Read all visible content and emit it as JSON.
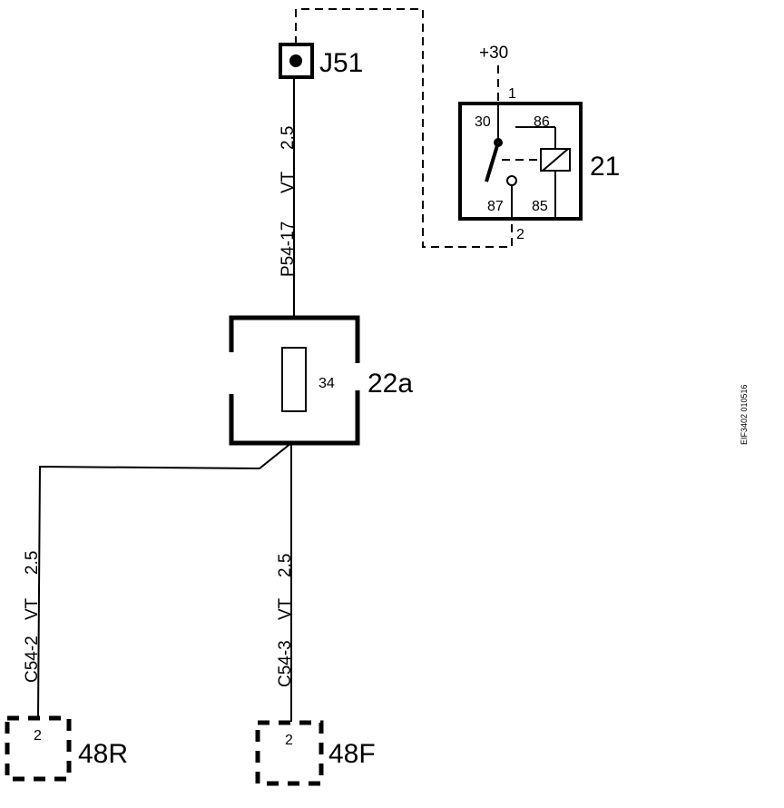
{
  "components": {
    "junction_label": "J51",
    "relay_label": "21",
    "fuse_box_label": "22a",
    "fuse_number": "34",
    "connector_rear_label": "48R",
    "connector_front_label": "48F",
    "connector_rear_pin": "2",
    "connector_front_pin": "2"
  },
  "relay": {
    "supply": "+30",
    "pin_top": "1",
    "pin_bottom": "2",
    "terminal_30": "30",
    "terminal_86": "86",
    "terminal_87": "87",
    "terminal_85": "85"
  },
  "wires": {
    "top": {
      "size": "2.5",
      "color": "VT",
      "code": "P54-17"
    },
    "left": {
      "size": "2.5",
      "color": "VT",
      "code": "C54-2"
    },
    "center": {
      "size": "2.5",
      "color": "VT",
      "code": "C54-3"
    }
  },
  "figure_id": "EIF3402 010516"
}
